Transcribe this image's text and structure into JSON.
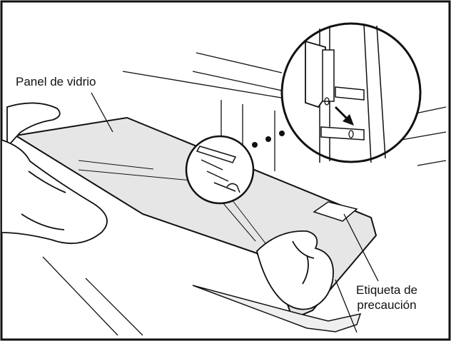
{
  "labels": {
    "glass_panel": "Panel de vidrio",
    "caution_label_line1": "Etiqueta de",
    "caution_label_line2": "precaución"
  },
  "colors": {
    "line": "#111111",
    "panel_fill": "#e6e6e6",
    "hand_fill": "#ffffff",
    "background": "#ffffff"
  }
}
